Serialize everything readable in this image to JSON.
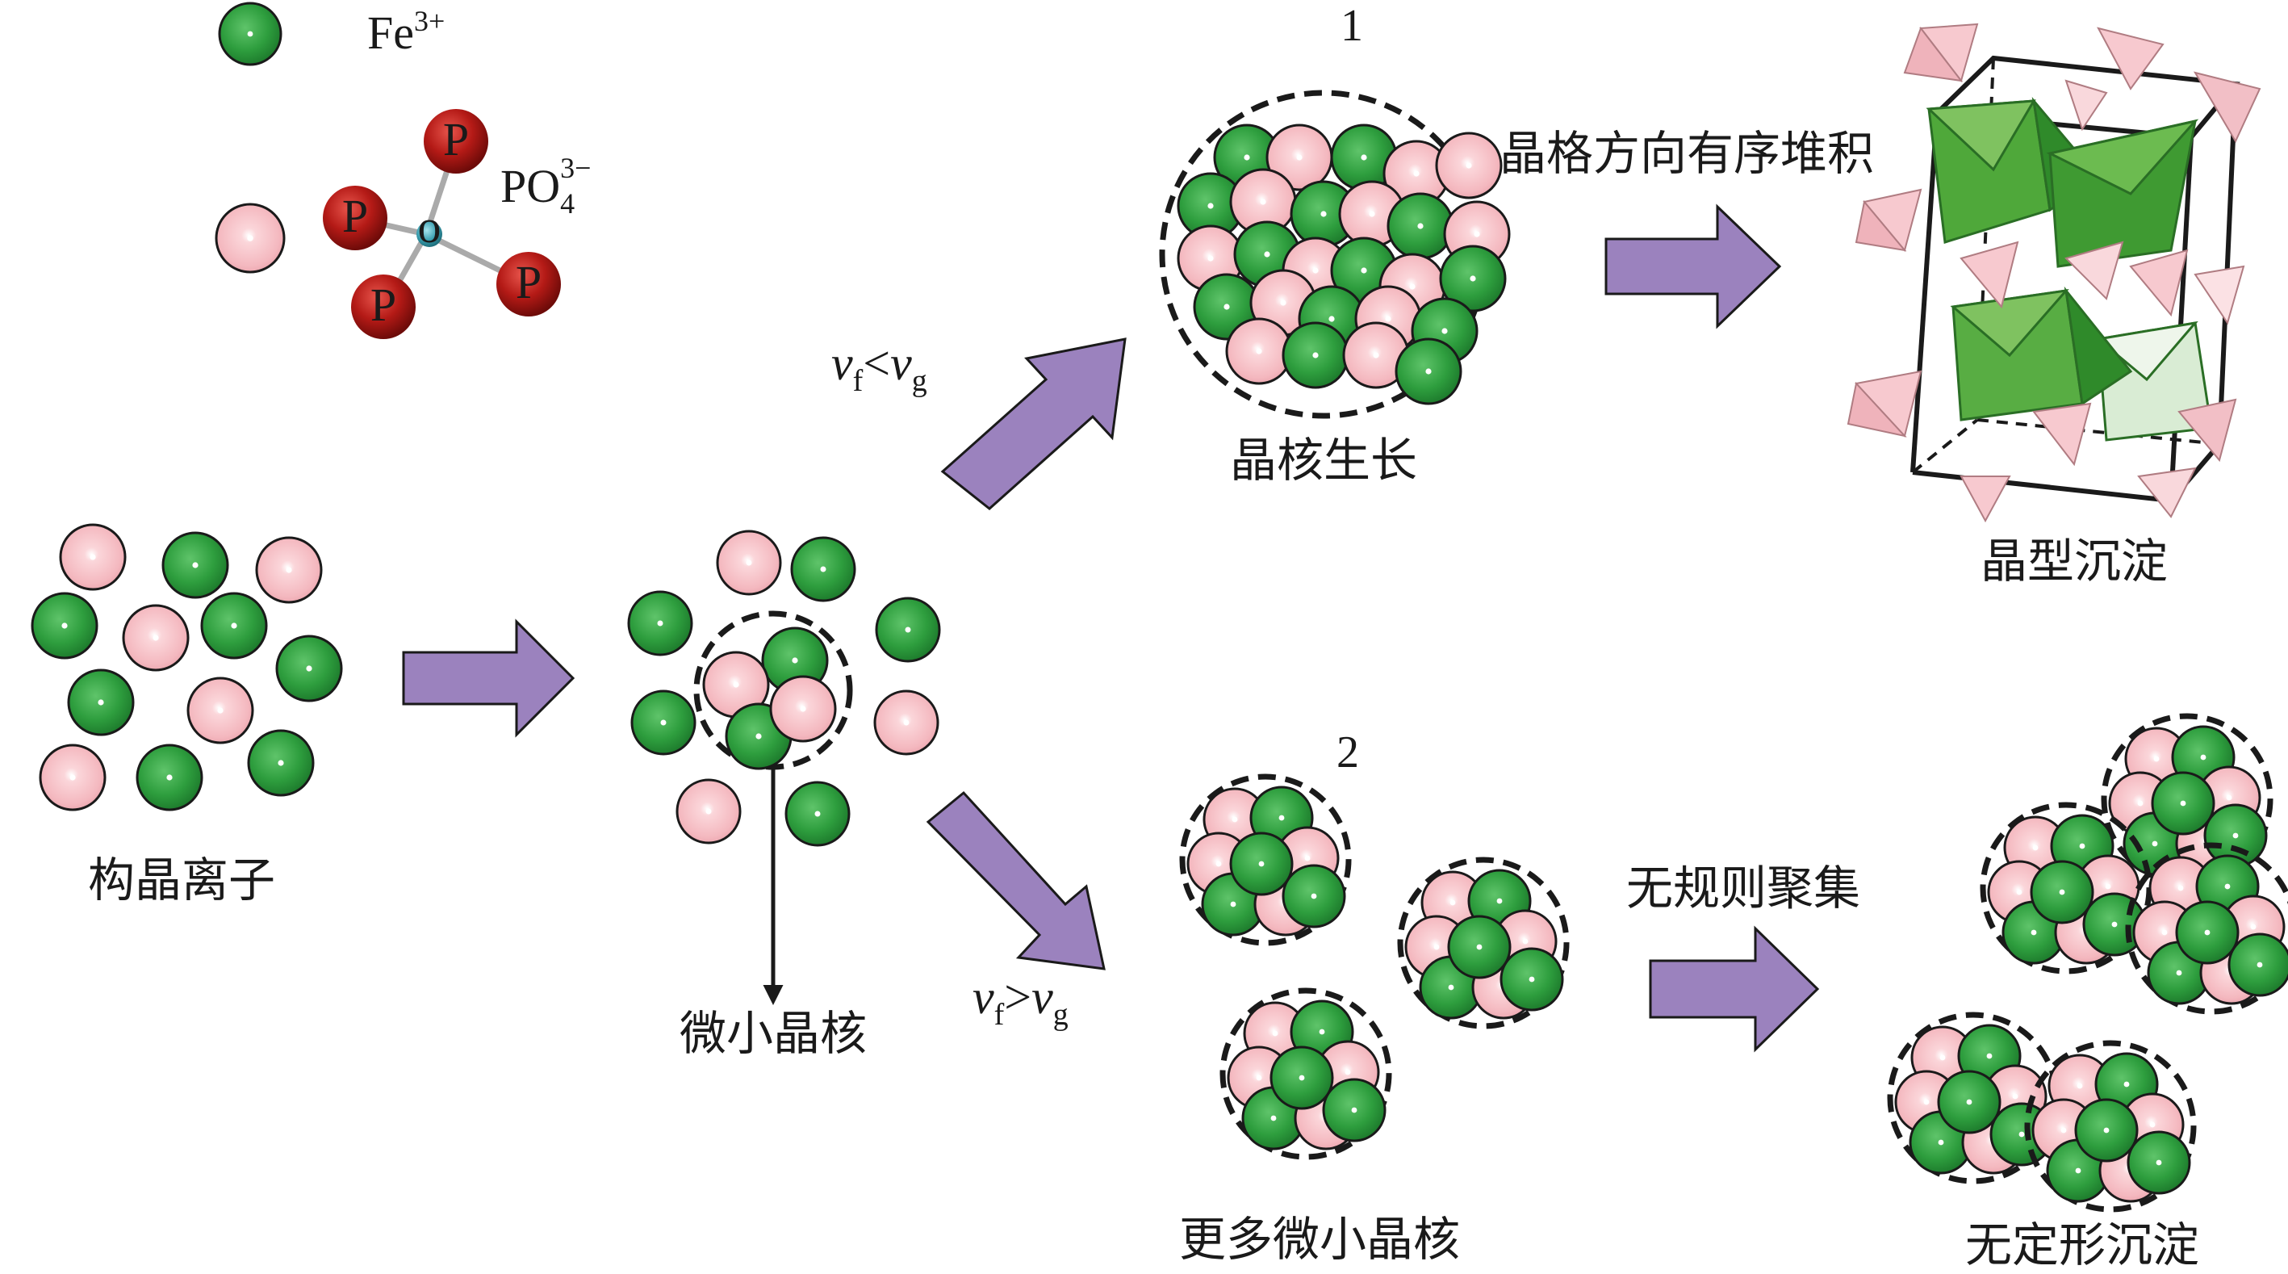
{
  "legend": {
    "fe_label": "Fe",
    "fe_charge": "3+",
    "po4_label": "PO",
    "po4_sub": "4",
    "po4_charge": "3−",
    "p_atom": "P",
    "o_atom": "o"
  },
  "labels": {
    "ions": "构晶离子",
    "micro_nucleus": "微小晶核",
    "nucleus_growth": "晶核生长",
    "crystal_precipitate": "晶型沉淀",
    "more_micro_nuclei": "更多微小晶核",
    "amorphous_precipitate": "无定形沉淀",
    "ordered_stacking": "晶格方向有序堆积",
    "random_aggregation": "无规则聚集",
    "path1": "1",
    "path2": "2"
  },
  "conditions": {
    "upper": {
      "v1": "v",
      "s1": "f",
      "op": "<",
      "v2": "v",
      "s2": "g"
    },
    "lower": {
      "v1": "v",
      "s1": "f",
      "op": ">",
      "v2": "v",
      "s2": "g"
    }
  },
  "colors": {
    "fe_green": "#2e9e3e",
    "phosphate_pink": "#f4b8bf",
    "phosphorus_red": "#b41a16",
    "oxygen_teal": "#3a9fb0",
    "arrow_purple": "#9b82be",
    "text": "#1a1a1a"
  },
  "icons": {
    "fe_ion": "green-sphere-icon",
    "po4_ion": "pink-sphere-icon",
    "arrow": "purple-block-arrow-icon"
  }
}
